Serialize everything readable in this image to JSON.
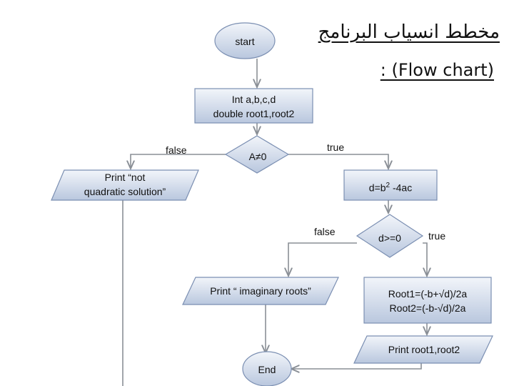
{
  "title": {
    "arabic": "مخطط انسياب البرنامج",
    "english": ": (Flow chart)"
  },
  "colors": {
    "fill_top": "#f2f5fa",
    "fill_bottom": "#b9c7de",
    "stroke": "#7b8fb2",
    "line": "#8a8f96"
  },
  "nodes": {
    "start": "start",
    "declare_line1": "Int   a,b,c,d",
    "declare_line2": "double root1,root2",
    "decision_a": "A≠0",
    "print_not_quadratic_line1": "Print “not",
    "print_not_quadratic_line2": "quadratic solution”",
    "discriminant_prefix": "d=b",
    "discriminant_sup": "2",
    "discriminant_suffix": " -4ac",
    "decision_d": "d>=0",
    "print_imaginary": "Print “ imaginary roots”",
    "roots_line1": "Root1=(-b+√d)/2a",
    "roots_line2": "Root2=(-b-√d)/2a",
    "print_roots": "Print root1,root2",
    "end": "End"
  },
  "edges": {
    "a_false": "false",
    "a_true": "true",
    "d_false": "false",
    "d_true": "true"
  }
}
